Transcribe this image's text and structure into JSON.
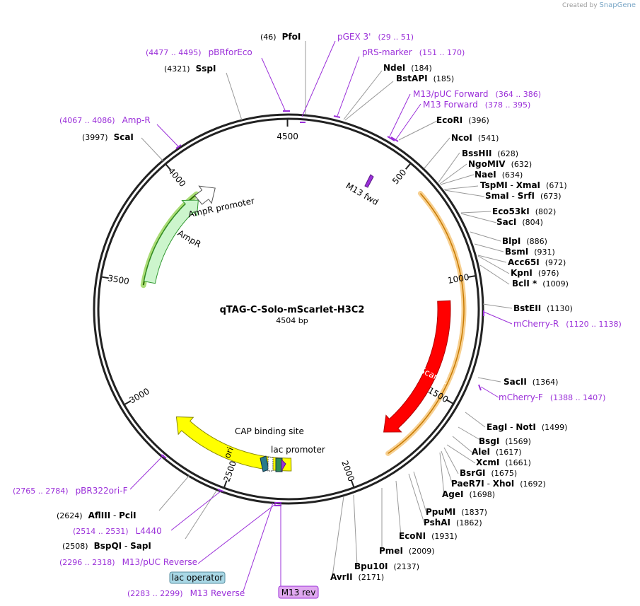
{
  "credit": {
    "prefix": "Created by",
    "brand": "SnapGene"
  },
  "plasmid": {
    "name": "qTAG-C-Solo-mScarlet-H3C2",
    "length": "4504 bp",
    "total_bp": 4504
  },
  "ruler": [
    {
      "bp": 500,
      "label": "500"
    },
    {
      "bp": 1000,
      "label": "1000"
    },
    {
      "bp": 1500,
      "label": "1500"
    },
    {
      "bp": 2000,
      "label": "2000"
    },
    {
      "bp": 2500,
      "label": "2500"
    },
    {
      "bp": 3000,
      "label": "3000"
    },
    {
      "bp": 3500,
      "label": "3500"
    },
    {
      "bp": 4000,
      "label": "4000"
    },
    {
      "bp": 4500,
      "label": "4500"
    }
  ],
  "features": [
    {
      "name": "mScarlet",
      "start": 1089,
      "end": 1780,
      "strand": -1,
      "color": "#ff0000",
      "stroke": "#b00000",
      "label_color": "#ffffff",
      "track": "inner"
    },
    {
      "name": "ori",
      "start": 2240,
      "end": 2829,
      "strand": -1,
      "color": "#ffff00",
      "stroke": "#888800",
      "label_color": "#000000",
      "track": "inner"
    },
    {
      "name": "AmpR",
      "start": 3514,
      "end": 4008,
      "strand": -1,
      "color": "#ccf5cc",
      "stroke": "#339933",
      "label_color": "#000000",
      "track": "middle"
    },
    {
      "name": "AmpR promoter",
      "start": 4009,
      "end": 4113,
      "strand": -1,
      "color": "#ffffff",
      "stroke": "#555555",
      "label_color": "#000000",
      "track": "middle"
    }
  ],
  "highlights": [
    {
      "start": 3495,
      "end": 4020,
      "color": "#aadd77"
    },
    {
      "start": 610,
      "end": 1820,
      "color": "#f7cf8f"
    }
  ],
  "small_features": {
    "m13_fwd": {
      "label": "M13 fwd"
    },
    "cap_site": {
      "label": "CAP binding site"
    },
    "lac_promoter": {
      "label": "lac promoter"
    }
  },
  "enzymes_right": [
    {
      "name": "NdeI",
      "pos": "(184)"
    },
    {
      "name": "BstAPI",
      "pos": "(185)"
    },
    {
      "name": "EcoRI",
      "pos": "(396)"
    },
    {
      "name": "NcoI",
      "pos": "(541)"
    },
    {
      "name": "BssHII",
      "pos": "(628)"
    },
    {
      "name": "NgoMIV",
      "pos": "(632)"
    },
    {
      "name": "NaeI",
      "pos": "(634)"
    },
    {
      "name": "TspMI",
      "extra": "XmaI",
      "pos": "(671)"
    },
    {
      "name": "SmaI",
      "extra": "SrfI",
      "pos": "(673)"
    },
    {
      "name": "Eco53kI",
      "pos": "(802)"
    },
    {
      "name": "SacI",
      "pos": "(804)"
    },
    {
      "name": "BlpI",
      "pos": "(886)"
    },
    {
      "name": "BsmI",
      "pos": "(931)"
    },
    {
      "name": "Acc65I",
      "pos": "(972)"
    },
    {
      "name": "KpnI",
      "pos": "(976)"
    },
    {
      "name": "BclI *",
      "pos": "(1009)"
    },
    {
      "name": "BstEII",
      "pos": "(1130)"
    },
    {
      "name": "SacII",
      "pos": "(1364)"
    },
    {
      "name": "EagI",
      "extra": "NotI",
      "pos": "(1499)"
    },
    {
      "name": "BsgI",
      "pos": "(1569)"
    },
    {
      "name": "AleI",
      "pos": "(1617)"
    },
    {
      "name": "XcmI",
      "pos": "(1661)"
    },
    {
      "name": "BsrGI",
      "pos": "(1675)"
    },
    {
      "name": "PaeR7I",
      "extra": "XhoI",
      "pos": "(1692)"
    },
    {
      "name": "AgeI",
      "pos": "(1698)"
    },
    {
      "name": "PpuMI",
      "pos": "(1837)"
    },
    {
      "name": "PshAI",
      "pos": "(1862)"
    },
    {
      "name": "EcoNI",
      "pos": "(1931)"
    },
    {
      "name": "PmeI",
      "pos": "(2009)"
    },
    {
      "name": "Bpu10I",
      "pos": "(2137)"
    },
    {
      "name": "AvrII",
      "pos": "(2171)"
    }
  ],
  "enzymes_left": [
    {
      "name": "PfoI",
      "pos": "(46)"
    },
    {
      "name": "SspI",
      "pos": "(4321)"
    },
    {
      "name": "ScaI",
      "pos": "(3997)"
    },
    {
      "name": "AflIII",
      "extra": "PciI",
      "pos": "(2624)"
    },
    {
      "name": "BspQI",
      "extra": "SapI",
      "pos": "(2508)"
    }
  ],
  "primers": [
    {
      "name": "pGEX 3'",
      "range": "(29 .. 51)"
    },
    {
      "name": "pRS-marker",
      "range": "(151 .. 170)"
    },
    {
      "name": "M13/pUC Forward",
      "range": "(364 .. 386)"
    },
    {
      "name": "M13 Forward",
      "range": "(378 .. 395)"
    },
    {
      "name": "mCherry-R",
      "range": "(1120 .. 1138)"
    },
    {
      "name": "mCherry-F",
      "range": "(1388 .. 1407)"
    },
    {
      "name": "pBRforEco",
      "range": "(4477 .. 4495)"
    },
    {
      "name": "Amp-R",
      "range": "(4067 .. 4086)"
    },
    {
      "name": "pBR322ori-F",
      "range": "(2765 .. 2784)"
    },
    {
      "name": "L4440",
      "range": "(2514 .. 2531)"
    },
    {
      "name": "M13/pUC Reverse",
      "range": "(2296 .. 2318)"
    },
    {
      "name": "M13 Reverse",
      "range": "(2283 .. 2299)"
    }
  ],
  "boxes": {
    "lac_operator": "lac operator",
    "m13_rev": "M13 rev"
  },
  "colors": {
    "primer": "#9b30d9",
    "enzyme_line": "#999999",
    "backbone": "#222222"
  }
}
